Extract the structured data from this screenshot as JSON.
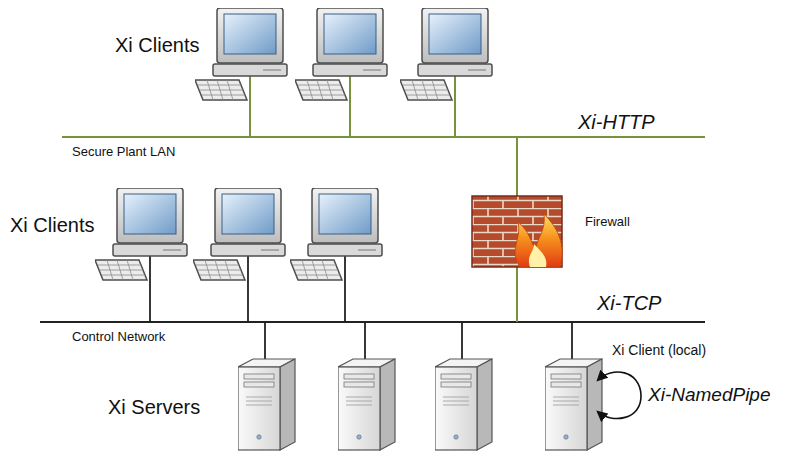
{
  "diagram": {
    "labels": [
      "Xi Clients",
      "Xi-HTTP",
      "Secure Plant LAN",
      "Xi Clients",
      "Firewall",
      "Xi-TCP",
      "Control Network",
      "Xi Client (local)",
      "Xi-NamedPipe",
      "Xi Servers"
    ]
  }
}
